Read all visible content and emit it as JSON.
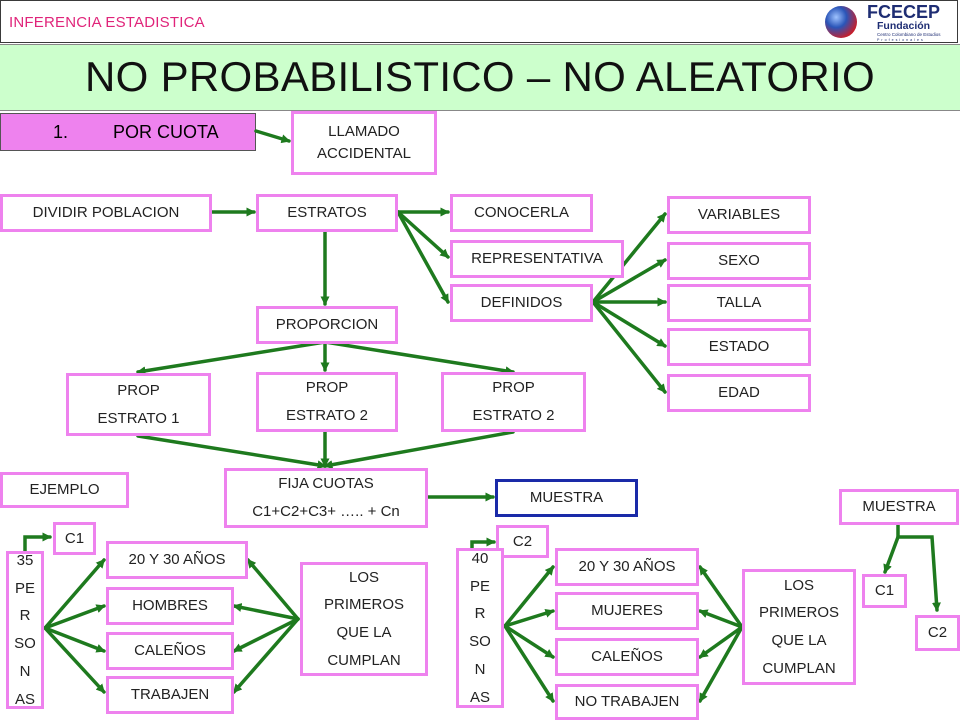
{
  "header": {
    "subject": "INFERENCIA ESTADISTICA",
    "logo_name": "FCECEP",
    "logo_sub": "Fundación",
    "logo_sub2": "Centro Colombiano de Estudios",
    "logo_sub3": "Profesionales",
    "title": "NO PROBABILISTICO – NO ALEATORIO",
    "section_number": "1.",
    "section_label": "POR CUOTA"
  },
  "colors": {
    "box_border": "#ee82ee",
    "highlight_border": "#1a2aa8",
    "arrow": "#1e7a1e",
    "title_band": "#ccffcc",
    "section_fill": "#ee82ee",
    "subject_text": "#e0247a"
  },
  "nodes": {
    "llamado": "LLAMADO\nACCIDENTAL",
    "dividir": "DIVIDIR POBLACION",
    "estratos": "ESTRATOS",
    "conocerla": "CONOCERLA",
    "representativa": "REPRESENTATIVA",
    "definidos": "DEFINIDOS",
    "variables": "VARIABLES",
    "sexo": "SEXO",
    "talla": "TALLA",
    "estado": "ESTADO",
    "edad": "EDAD",
    "proporcion": "PROPORCION",
    "prop1": "PROP\nESTRATO 1",
    "prop2a": "PROP\nESTRATO 2",
    "prop2b": "PROP\nESTRATO 2",
    "fija": "FIJA CUOTAS\nC1+C2+C3+ ….. + Cn",
    "muestra_main": "MUESTRA",
    "ejemplo": "EJEMPLO",
    "muestra_right": "MUESTRA",
    "c1_right": "C1",
    "c2_right": "C2"
  },
  "example1": {
    "quota": "C1",
    "people": "35\nPE\nR\nSO\nN\nAS",
    "age": "20 Y 30 AÑOS",
    "gender": "HOMBRES",
    "origin": "CALEÑOS",
    "work": "TRABAJEN",
    "rule": "LOS\nPRIMEROS\nQUE LA\nCUMPLAN"
  },
  "example2": {
    "quota": "C2",
    "people": "40\nPE\nR\nSO\nN\nAS",
    "age": "20 Y 30 AÑOS",
    "gender": "MUJERES",
    "origin": "CALEÑOS",
    "work": "NO TRABAJEN",
    "rule": "LOS\nPRIMEROS\nQUE LA\nCUMPLAN"
  }
}
